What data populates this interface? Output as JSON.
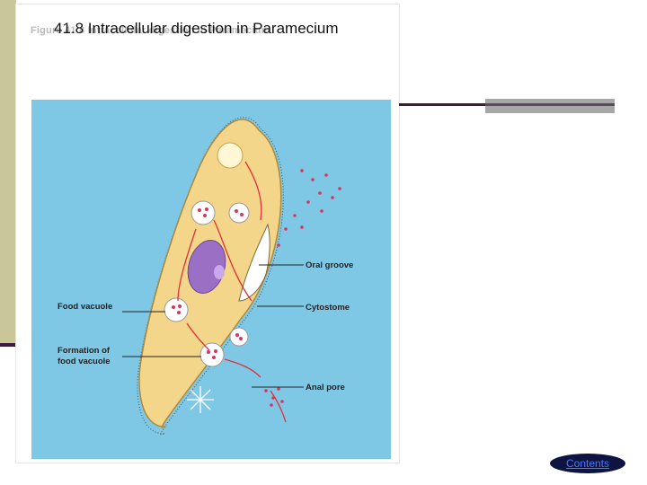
{
  "slide": {
    "title": "41.8 Intracellular digestion in Paramecium",
    "figure_caption": "Figure 41.8 Intracellular digestion in Paramecium"
  },
  "labels": {
    "oral_groove": "Oral groove",
    "cytostome": "Cytostome",
    "food_vacuole": "Food vacuole",
    "formation_line1": "Formation of",
    "formation_line2": "food vacuole",
    "anal_pore": "Anal pore"
  },
  "navigation": {
    "contents_label": "Contents"
  },
  "colors": {
    "background_blue": "#7ec8e6",
    "cell_body": "#f4d68a",
    "nucleus": "#9b6fc4",
    "food_particles": "#d8345f",
    "arrows": "#e0303a"
  }
}
